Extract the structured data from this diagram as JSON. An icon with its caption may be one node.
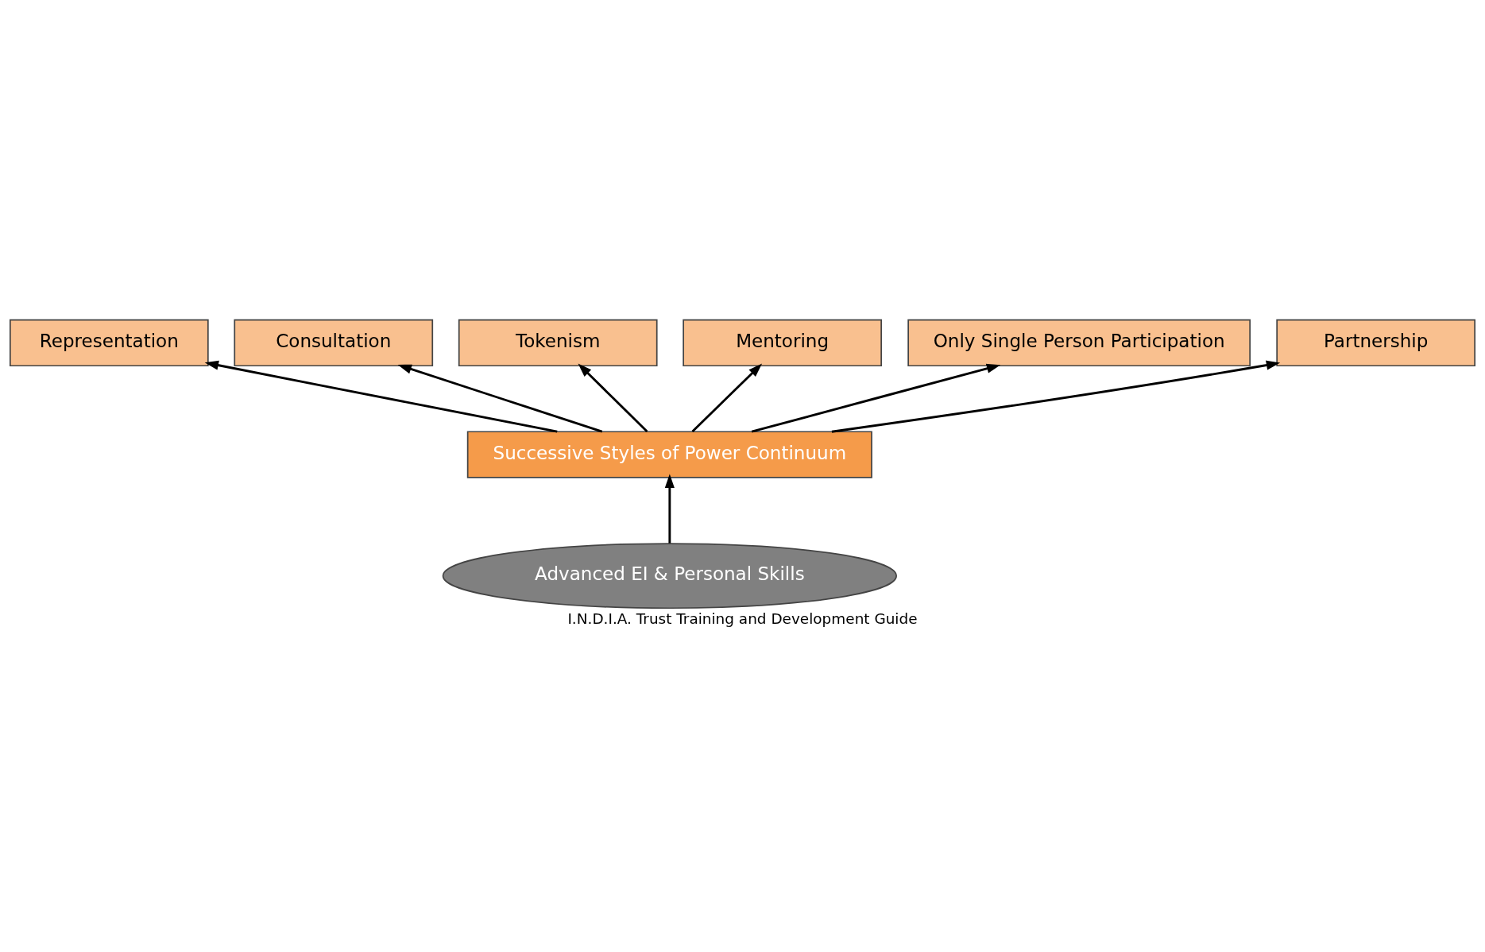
{
  "diagram": {
    "caption": "I.N.D.I.A. Trust Training and Development Guide",
    "nodes": [
      {
        "text": [
          "Representation"
        ]
      },
      {
        "text": [
          "Consultation"
        ]
      },
      {
        "text": [
          "Tokenism"
        ]
      },
      {
        "text": [
          "Mentoring"
        ]
      },
      {
        "text": [
          "Only Single Person Participation"
        ]
      },
      {
        "text": [
          "Partnership"
        ]
      },
      {
        "text": [
          "Successive Styles of Power Continuum"
        ]
      },
      {
        "text": [
          "Advanced EI & Personal Skills"
        ]
      }
    ],
    "edges": [
      {
        "from": 6,
        "to": 4,
        "arrow": "to"
      },
      {
        "from": 6,
        "to": 2,
        "arrow": "to"
      },
      {
        "from": 6,
        "to": 1,
        "arrow": "to"
      },
      {
        "from": 6,
        "to": 0,
        "arrow": "to"
      },
      {
        "from": 6,
        "to": 3,
        "arrow": "to"
      },
      {
        "from": 6,
        "to": 5,
        "arrow": "to"
      },
      {
        "from": 7,
        "to": 6,
        "arrow": "to"
      }
    ]
  }
}
